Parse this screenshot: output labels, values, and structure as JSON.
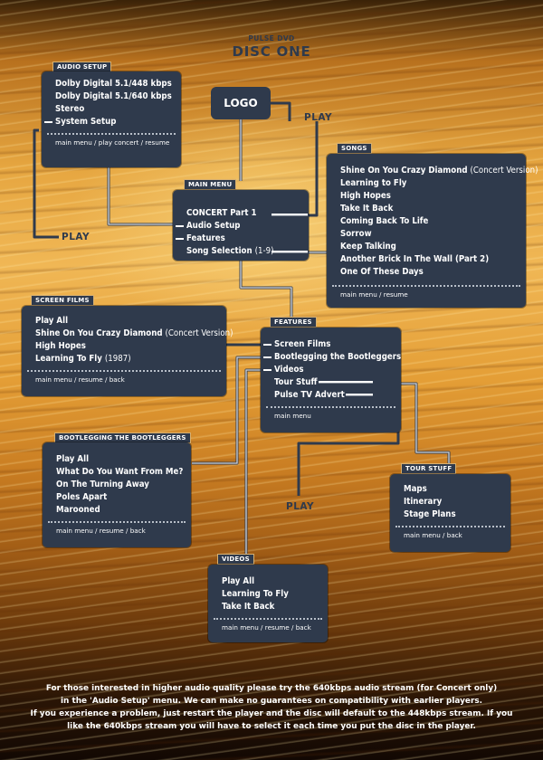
{
  "header": {
    "small_title": "PULSE DVD",
    "big_title": "DISC ONE"
  },
  "logo": {
    "label": "LOGO"
  },
  "play_labels": {
    "top": "PLAY",
    "left": "PLAY",
    "middle": "PLAY"
  },
  "audio_setup": {
    "tag": "AUDIO SETUP",
    "items": [
      "Dolby Digital 5.1/448 kbps",
      "Dolby Digital 5.1/640 kbps",
      "Stereo",
      "System Setup"
    ],
    "footer": "main menu / play concert / resume"
  },
  "main_menu": {
    "tag": "MAIN MENU",
    "items": [
      "CONCERT Part 1",
      "Audio Setup",
      "Features",
      "Song Selection"
    ],
    "song_selection_note": "(1-9)"
  },
  "songs": {
    "tag": "SONGS",
    "items": [
      "Shine On You Crazy Diamond",
      "Learning to Fly",
      "High Hopes",
      "Take It Back",
      "Coming Back To Life",
      "Sorrow",
      "Keep Talking",
      "Another Brick In The Wall (Part 2)",
      "One Of These Days"
    ],
    "first_item_note": "(Concert Version)",
    "footer": "main menu / resume"
  },
  "screen_films": {
    "tag": "SCREEN FILMS",
    "items": [
      "Play All",
      "Shine On You Crazy Diamond",
      "High Hopes",
      "Learning To Fly"
    ],
    "item2_note": "(Concert Version)",
    "item4_note": "(1987)",
    "footer": "main menu / resume / back"
  },
  "features": {
    "tag": "FEATURES",
    "items": [
      "Screen Films",
      "Bootlegging the Bootleggers",
      "Videos",
      "Tour Stuff",
      "Pulse TV Advert"
    ],
    "footer": "main menu"
  },
  "bootlegging": {
    "tag": "BOOTLEGGING THE BOOTLEGGERS",
    "items": [
      "Play All",
      "What Do You Want From Me?",
      "On The Turning Away",
      "Poles Apart",
      "Marooned"
    ],
    "footer": "main menu / resume / back"
  },
  "tour_stuff": {
    "tag": "TOUR STUFF",
    "items": [
      "Maps",
      "Itinerary",
      "Stage Plans"
    ],
    "footer": "main menu / back"
  },
  "videos": {
    "tag": "VIDEOS",
    "items": [
      "Play All",
      "Learning To Fly",
      "Take It Back"
    ],
    "footer": "main menu / resume / back"
  },
  "bottom_note": {
    "line1": "For those interested in higher audio quality please try the 640kbps audio stream (for Concert only)",
    "line2": "in the 'Audio Setup' menu. We can make no guarantees on compatibility with earlier players.",
    "line3": "If you experience a problem, just restart the player and the disc will default to the 448kbps stream. If you",
    "line4": "like the 640kbps stream you will have to select it each time you put the disc in the player."
  },
  "colors": {
    "panel": "#2f3a4c",
    "wire": "#2f3a4c",
    "text": "#ffffff"
  }
}
